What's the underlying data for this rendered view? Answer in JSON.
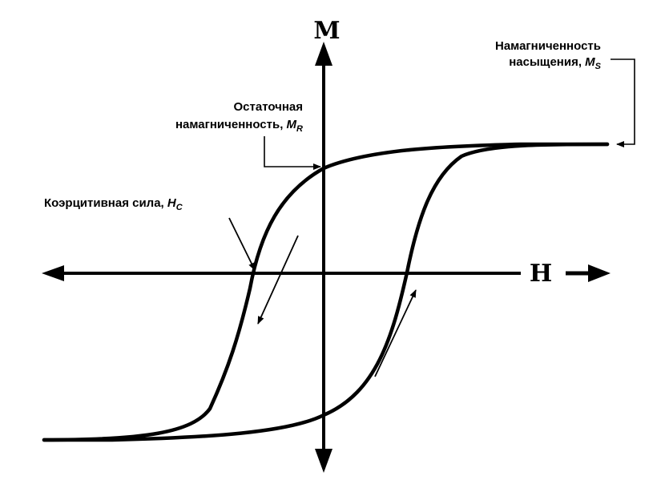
{
  "axes": {
    "vertical_label": "M",
    "horizontal_label": "H"
  },
  "annotations": {
    "saturation": {
      "line1": "Намагниченность",
      "line2_text": "насыщения, ",
      "symbol": "M",
      "subscript": "S"
    },
    "remanence": {
      "line1": "Остаточная",
      "line2_text": "намагниченность, ",
      "symbol": "M",
      "subscript": "R"
    },
    "coercivity": {
      "text": "Коэрцитивная сила, ",
      "symbol": "H",
      "subscript": "C"
    }
  },
  "colors": {
    "ink": "#000000",
    "background": "#ffffff"
  }
}
